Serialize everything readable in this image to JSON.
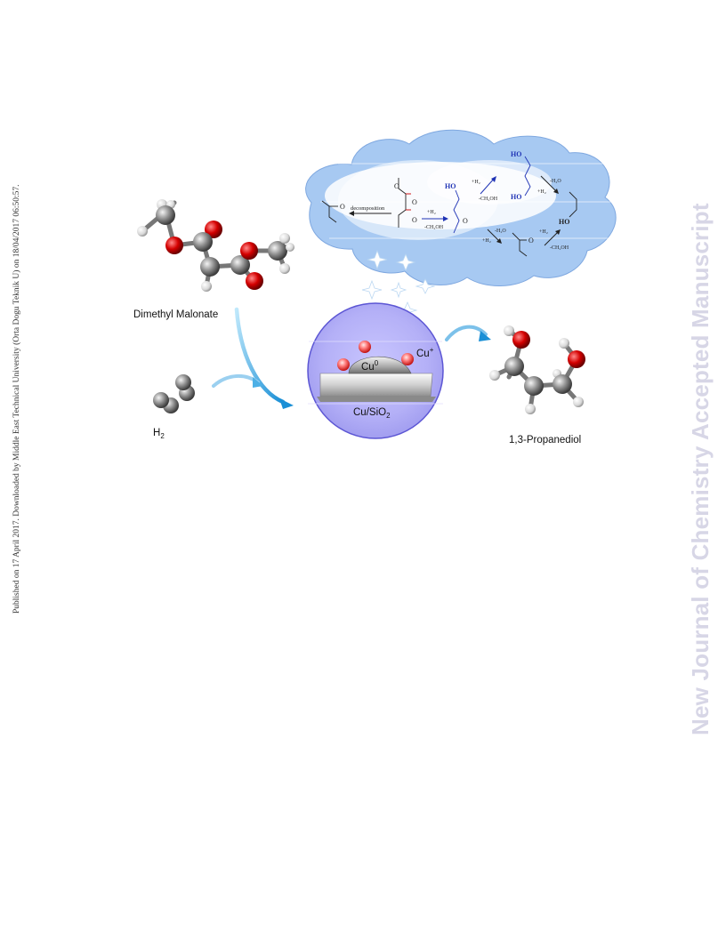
{
  "side_note": "Published on 17 April 2017. Downloaded by Middle East Technical University (Orta Dogu Teknik U) on 18/04/2017 06:50:57.",
  "watermark": "New Journal of Chemistry Accepted Manuscript",
  "figure": {
    "label_dimethyl_malonate": "Dimethyl Malonate",
    "label_h2_main": "H",
    "label_h2_sub": "2",
    "label_cu0_main": "Cu",
    "label_cu0_sup": "0",
    "label_cuplus_main": "Cu",
    "label_cuplus_sup": "+",
    "label_catalyst_main": "Cu/SiO",
    "label_catalyst_sub": "2",
    "label_propanediol": "1,3-Propanediol",
    "scheme": {
      "decomposition": "decomposition",
      "o_left": "O",
      "o_top": "O",
      "o_mid": "O",
      "o_low": "O",
      "ho_1": "HO",
      "ho_2": "HO",
      "ho_3": "HO",
      "ho_4": "HO",
      "h2_a": "+H₂",
      "meoh_a": "-CH₂OH",
      "h2_b": "+H₂",
      "meoh_b": "-CH₂OH",
      "h2o_a": "-H₂O",
      "h2_c": "+H₂",
      "h2o_b": "-H₂O",
      "h2_d": "+H₂",
      "h2_e": "+H₂",
      "meoh_c": "-CH₂OH",
      "o_ester": "O",
      "o_ester2": "O"
    }
  }
}
